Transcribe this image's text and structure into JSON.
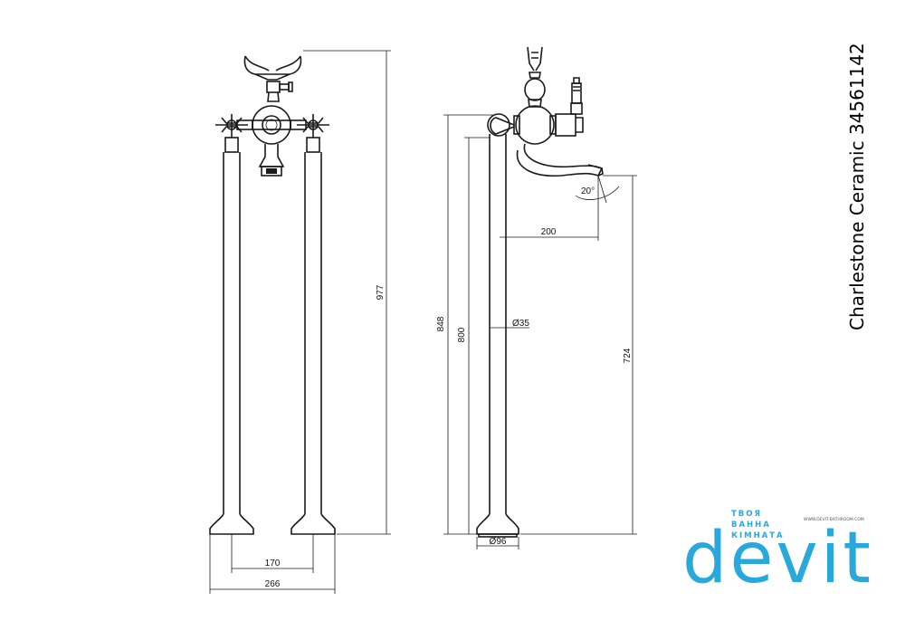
{
  "title": "Charlestone Ceramic 34561142",
  "dimensions": {
    "front_height": "977",
    "pipe_spacing": "170",
    "base_width": "266",
    "spout_reach": "200",
    "pipe_diameter": "Ø35",
    "side_height_total": "848",
    "side_height_outlet": "800",
    "spout_height": "724",
    "base_diameter": "Ø96",
    "spout_angle": "20°"
  },
  "brand": {
    "tagline": [
      "ТВОЯ",
      "ВАННА",
      "КІМНАТА"
    ],
    "url": "WWW.DEVIT-BATHROOM.COM",
    "logo": "devit",
    "color": "#29a8dc"
  }
}
